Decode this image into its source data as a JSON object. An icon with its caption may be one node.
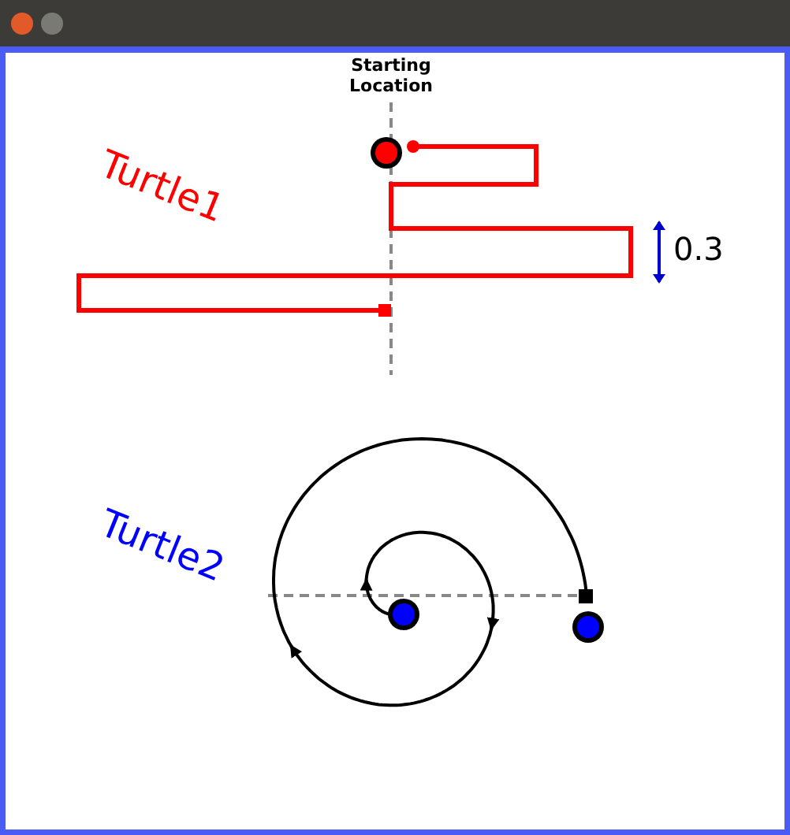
{
  "diagram": {
    "labels": [
      "Starting Location",
      "Turtle1",
      "0.3",
      "Turtle2"
    ]
  }
}
